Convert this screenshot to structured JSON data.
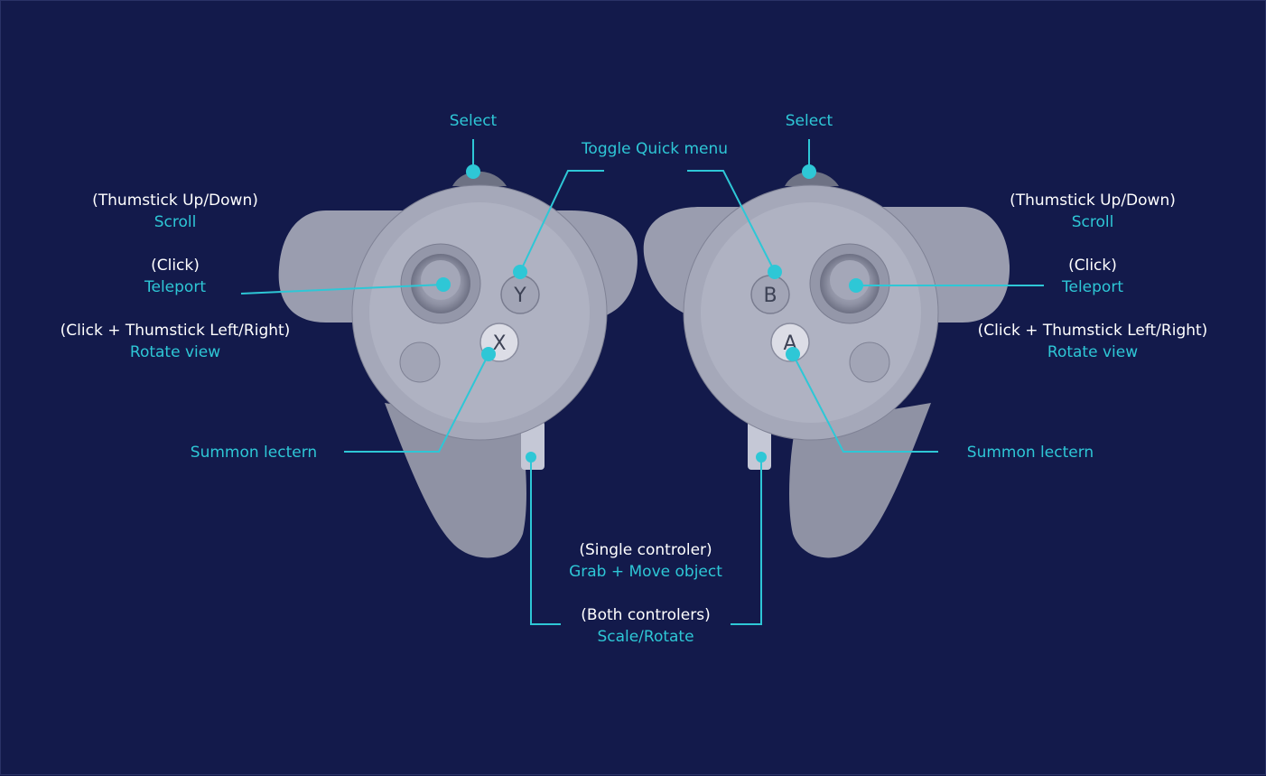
{
  "colors": {
    "background": "#131a4b",
    "accent": "#2ec7d6",
    "controller": "#a5a8b9",
    "text": "#ffffff"
  },
  "left_controller": {
    "select": "Select",
    "scroll": {
      "condition": "(Thumstick Up/Down)",
      "action": "Scroll"
    },
    "teleport": {
      "condition": "(Click)",
      "action": "Teleport"
    },
    "rotate": {
      "condition": "(Click + Thumstick Left/Right)",
      "action": "Rotate view"
    },
    "summon": "Summon lectern",
    "buttons": {
      "top": "Y",
      "bottom": "X"
    }
  },
  "right_controller": {
    "select": "Select",
    "scroll": {
      "condition": "(Thumstick Up/Down)",
      "action": "Scroll"
    },
    "teleport": {
      "condition": "(Click)",
      "action": "Teleport"
    },
    "rotate": {
      "condition": "(Click + Thumstick Left/Right)",
      "action": "Rotate view"
    },
    "summon": "Summon lectern",
    "buttons": {
      "top": "B",
      "bottom": "A"
    }
  },
  "center": {
    "toggle_menu": "Toggle Quick menu",
    "grab": {
      "condition": "(Single controler)",
      "action": "Grab + Move object"
    },
    "scale": {
      "condition": "(Both controlers)",
      "action": "Scale/Rotate"
    }
  }
}
